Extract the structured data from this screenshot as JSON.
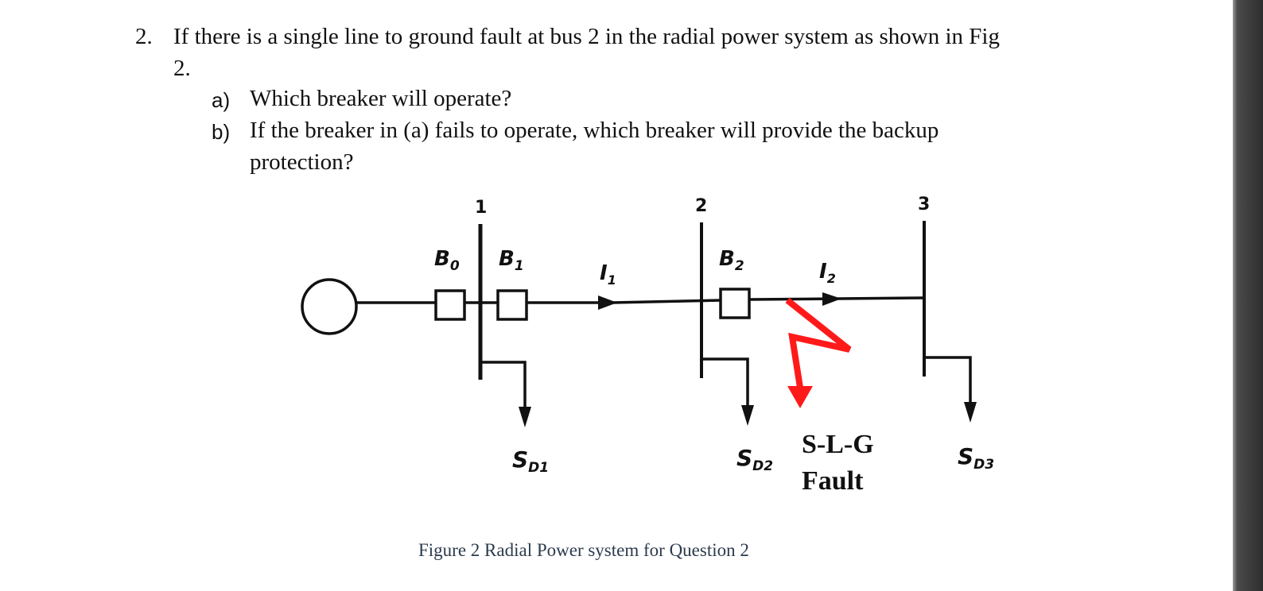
{
  "question": {
    "number": "2.",
    "line1": "If there is a single line to ground fault at bus 2 in the radial power system as shown in Fig",
    "line2": "2.",
    "parts": [
      {
        "mark": "a)",
        "lines": [
          "Which breaker will operate?"
        ]
      },
      {
        "mark": "b)",
        "lines": [
          "If the breaker in (a) fails to operate, which breaker will provide the backup",
          "protection?"
        ]
      }
    ]
  },
  "diagram": {
    "bus_labels": [
      "1",
      "2",
      "3"
    ],
    "breakers": [
      {
        "base": "B",
        "sub": "0"
      },
      {
        "base": "B",
        "sub": "1"
      },
      {
        "base": "B",
        "sub": "2"
      }
    ],
    "currents": [
      {
        "base": "I",
        "sub": "1"
      },
      {
        "base": "I",
        "sub": "2"
      }
    ],
    "loads": [
      {
        "base": "S",
        "sub": "D1"
      },
      {
        "base": "S",
        "sub": "D2"
      },
      {
        "base": "S",
        "sub": "D3"
      }
    ],
    "fault_label_line1": "S-L-G",
    "fault_label_line2": "Fault",
    "fault_color": "#ff1a1a"
  },
  "caption": "Figure 2 Radial Power system for Question 2"
}
